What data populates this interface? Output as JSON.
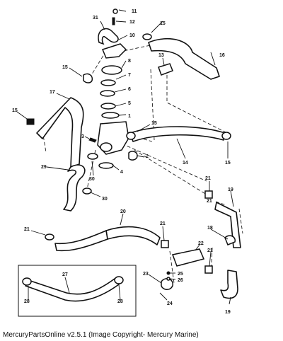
{
  "caption": "MercuryPartsOnline v2.5.1 (Image Copyright- Mercury Marine)",
  "callouts": {
    "n1": "1",
    "n2": "2",
    "n3": "3",
    "n4": "4",
    "n5": "5",
    "n6": "6",
    "n7": "7",
    "n8": "8",
    "n10": "10",
    "n11": "11",
    "n12": "12",
    "n13": "13",
    "n14": "14",
    "n15": "15",
    "n16": "16",
    "n17": "17",
    "n18": "18",
    "n19": "19",
    "n20": "20",
    "n21": "21",
    "n22": "22",
    "n23": "23",
    "n24": "24",
    "n25": "25",
    "n26": "26",
    "n27": "27",
    "n28": "28",
    "n29": "29",
    "n30": "30",
    "n31": "31"
  }
}
